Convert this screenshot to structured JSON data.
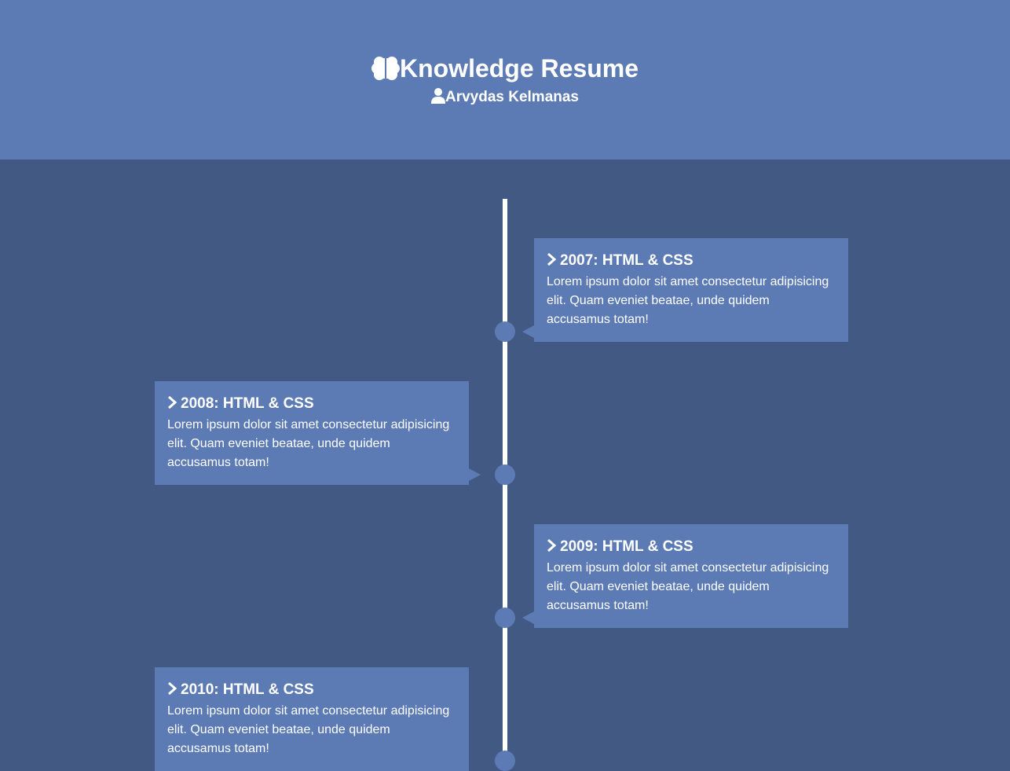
{
  "header": {
    "title": "Knowledge Resume",
    "subtitle": "Arvydas Kelmanas",
    "title_icon": "brain-icon",
    "subtitle_icon": "user-icon"
  },
  "colors": {
    "header_bg": "#5c7bb5",
    "page_bg": "#425a83",
    "card_bg": "#5c7bb5",
    "line": "#ffffff",
    "text": "#ffffff"
  },
  "timeline": {
    "items": [
      {
        "title": "2007: HTML & CSS",
        "body": "Lorem ipsum dolor sit amet consectetur adipisicing elit. Quam eveniet beatae, unde quidem accusamus totam!",
        "side": "right"
      },
      {
        "title": "2008: HTML & CSS",
        "body": "Lorem ipsum dolor sit amet consectetur adipisicing elit. Quam eveniet beatae, unde quidem accusamus totam!",
        "side": "left"
      },
      {
        "title": "2009: HTML & CSS",
        "body": "Lorem ipsum dolor sit amet consectetur adipisicing elit. Quam eveniet beatae, unde quidem accusamus totam!",
        "side": "right"
      },
      {
        "title": "2010: HTML & CSS",
        "body": "Lorem ipsum dolor sit amet consectetur adipisicing elit. Quam eveniet beatae, unde quidem accusamus totam!",
        "side": "left"
      }
    ]
  }
}
